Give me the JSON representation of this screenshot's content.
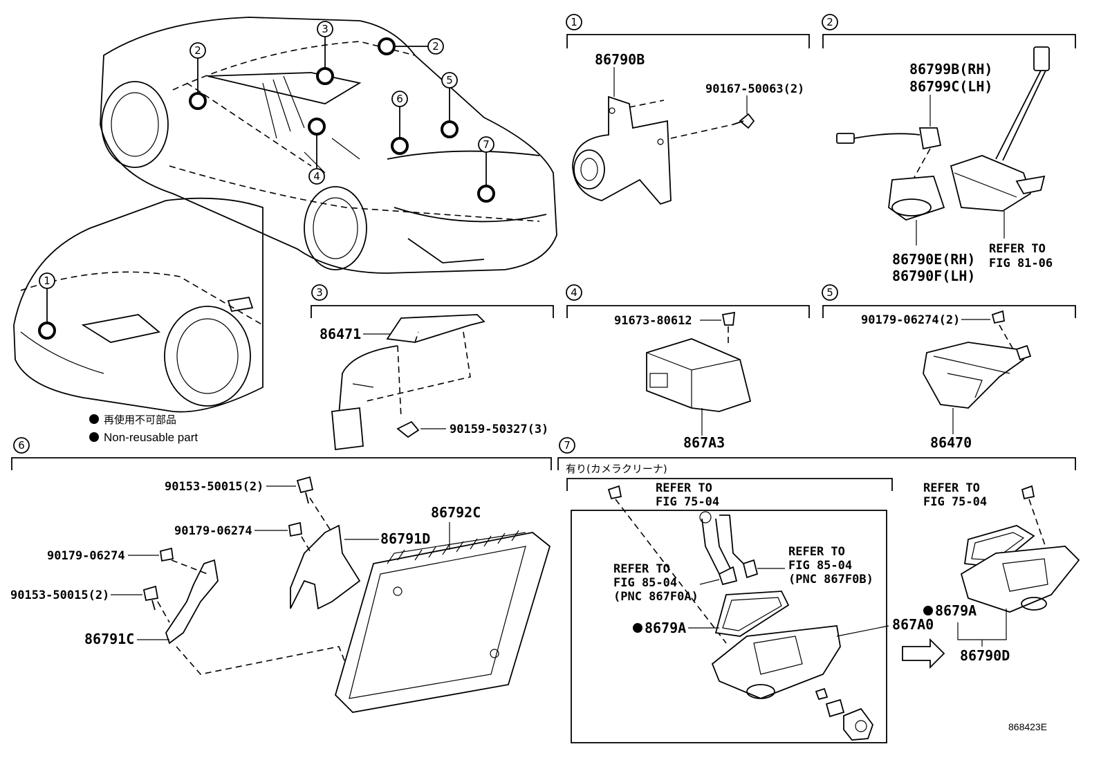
{
  "sections": [
    {
      "id": "1",
      "parts": [
        {
          "code": "86790B"
        },
        {
          "code": "90167-50063(2)"
        }
      ]
    },
    {
      "id": "2",
      "parts": [
        {
          "code": "86799B(RH)"
        },
        {
          "code": "86799C(LH)"
        },
        {
          "code": "86790E(RH)"
        },
        {
          "code": "86790F(LH)"
        }
      ],
      "refer": [
        "REFER TO",
        "FIG 81-06"
      ]
    },
    {
      "id": "3",
      "parts": [
        {
          "code": "86471"
        },
        {
          "code": "90159-50327(3)"
        }
      ]
    },
    {
      "id": "4",
      "parts": [
        {
          "code": "91673-80612"
        },
        {
          "code": "867A3"
        }
      ]
    },
    {
      "id": "5",
      "parts": [
        {
          "code": "90179-06274(2)"
        },
        {
          "code": "86470"
        }
      ]
    },
    {
      "id": "6",
      "parts": [
        {
          "code": "90153-50015(2)"
        },
        {
          "code": "90179-06274"
        },
        {
          "code": "86791D"
        },
        {
          "code": "86792C"
        },
        {
          "code": "90179-06274"
        },
        {
          "code": "90153-50015(2)"
        },
        {
          "code": "86791C"
        }
      ]
    },
    {
      "id": "7",
      "parts": [
        {
          "code": "8679A"
        },
        {
          "code": "867A0"
        },
        {
          "code": "8679A"
        },
        {
          "code": "86790D"
        }
      ],
      "subheading": "有り(カメラクリーナ)",
      "refers": [
        [
          "REFER TO",
          "FIG 75-04"
        ],
        [
          "REFER TO",
          "FIG 85-04",
          "(PNC 867F0A)"
        ],
        [
          "REFER TO",
          "FIG 85-04",
          "(PNC 867F0B)"
        ],
        [
          "REFER TO",
          "FIG 75-04"
        ]
      ]
    }
  ],
  "car_markers": [
    {
      "num": "1"
    },
    {
      "num": "2"
    },
    {
      "num": "2"
    },
    {
      "num": "3"
    },
    {
      "num": "4"
    },
    {
      "num": "5"
    },
    {
      "num": "6"
    },
    {
      "num": "7"
    }
  ],
  "legend": {
    "jp": "再使用不可部品",
    "en": "Non-reusable part"
  },
  "figure_id": "868423E"
}
